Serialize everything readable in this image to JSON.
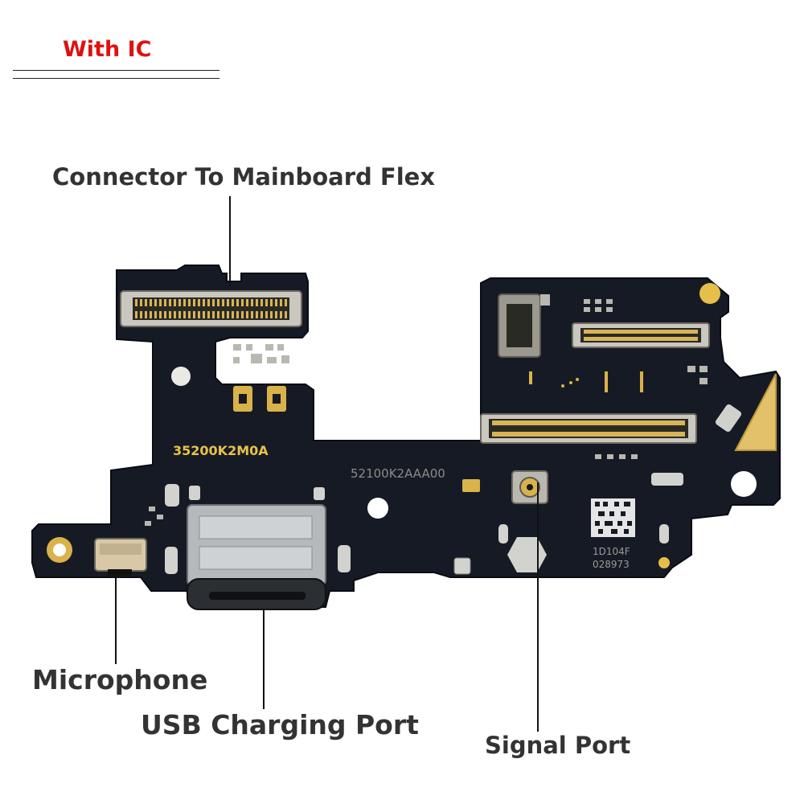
{
  "header": {
    "badge_label": "With IC"
  },
  "callouts": {
    "connector": "Connector To Mainboard Flex",
    "microphone": "Microphone",
    "usb_port": "USB Charging Port",
    "signal_port": "Signal Port"
  },
  "board": {
    "part_number_left": "35200K2M0A",
    "part_number_center": "52100K2AAA00",
    "code_line_1": "1D104F",
    "code_line_2": "028973"
  },
  "colors": {
    "badge": "#e01010",
    "pcb": "#161a24",
    "pcb_print": "#e8c24a",
    "gold": "#d9b24a",
    "metal": "#b9bcbf"
  }
}
